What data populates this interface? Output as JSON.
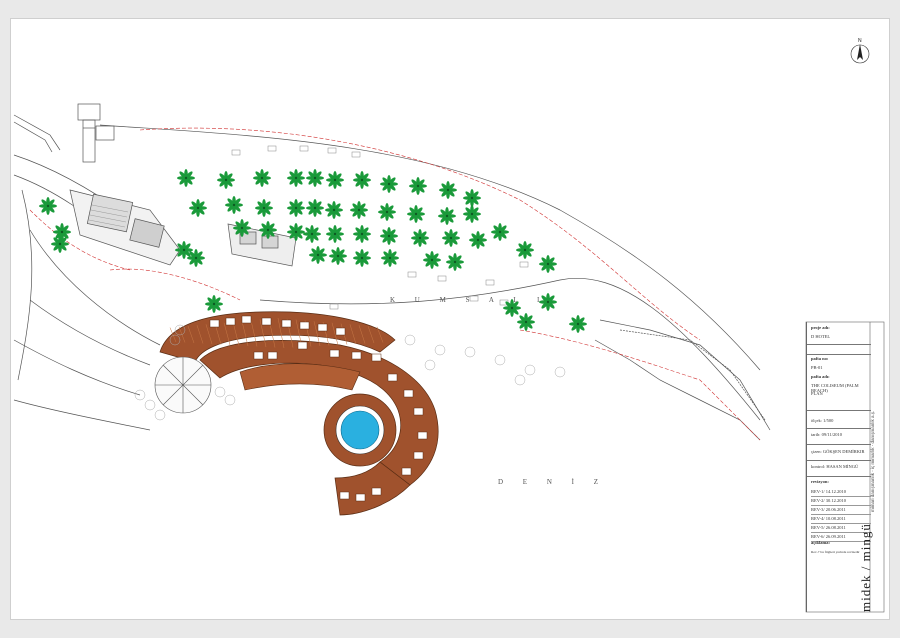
{
  "sheet": {
    "area_labels": {
      "beach": "K U M   S A L I",
      "sea": "D E N İ Z"
    },
    "brand": "midek / mingü",
    "brand_sub": "mimari danışmanlık - iç mimarlık - danışmanlık a.ş."
  },
  "title_block": {
    "project_label": "proje adı:",
    "project_value": "D HOTEL",
    "sheet_no_label": "pafta no:",
    "sheet_no_value": "PB-01",
    "sheet_name_label": "pafta adı:",
    "sheet_name_value": "THE COLISEUM (PALM BEACH)",
    "sheet_name_value2": "PLAN",
    "scale": "ölçek: 1/500",
    "date": "tarih: 09/11/2010",
    "drawn": "çizen: GÖKŞEN DEMİRKIR",
    "checked": "kontrol: HASAN MİNGÜ",
    "revisions_label": "revizyon:",
    "revisions": [
      "REV-1/ 14.12.2010",
      "REV-2/ 30.12.2010",
      "REV-3/ 20.06.2011",
      "REV-4/ 10.08.2011",
      "REV-5/ 26.08.2011",
      "REV-6/ 26.09.2011"
    ],
    "notes_label": "açıklama:",
    "notes_value": "Rev-7 bu fügheri yerinde revizedir"
  },
  "colors": {
    "deck": "#a0522d",
    "deck_stripe": "#c77846",
    "pool": "#2ab0e0",
    "palm": "#1a9a3a",
    "line": "#444444",
    "red_line": "#d03030"
  },
  "icons": {
    "north": "north-arrow-icon",
    "palm": "palm-tree-icon"
  }
}
